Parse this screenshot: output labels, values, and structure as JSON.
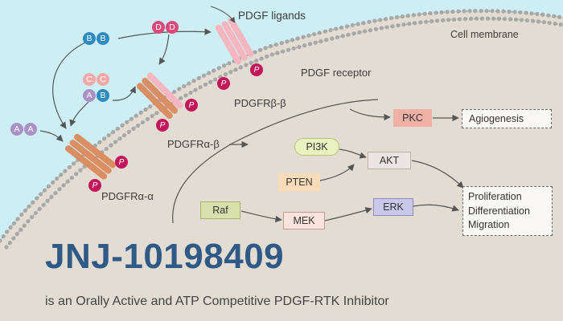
{
  "colors": {
    "background": "#e3dcd2",
    "extracellular": "#cdeff4",
    "title": "#2f5a86",
    "phospho": "#c2185b",
    "ligand_A": "#a991c6",
    "ligand_B": "#2e8bc0",
    "ligand_C": "#f2a9a7",
    "ligand_D": "#d94a7a",
    "receptor_alpha_alpha": "#d98f63",
    "receptor_alpha_beta": "#d98f63",
    "receptor_beta_beta": "#f5b6c0"
  },
  "labels": {
    "pdgf_ligands": "PDGF ligands",
    "cell_membrane": "Cell membrane",
    "pdgf_receptor": "PDGF receptor",
    "receptor_bb": "PDGFRβ-β",
    "receptor_ab": "PDGFRα-β",
    "receptor_aa": "PDGFRα-α",
    "phospho": "P"
  },
  "ligands": {
    "bb": [
      "B",
      "B"
    ],
    "dd": [
      "D",
      "D"
    ],
    "cc": [
      "C",
      "C"
    ],
    "ab": [
      "A",
      "B"
    ],
    "aa": [
      "A",
      "A"
    ]
  },
  "nodes": {
    "pkc": "PKC",
    "pi3k": "PI3K",
    "pten": "PTEN",
    "akt": "AKT",
    "raf": "Raf",
    "mek": "MEK",
    "erk": "ERK"
  },
  "outcomes": {
    "angiogenesis": "Agiogenesis",
    "proliferation": "Proliferation",
    "differentiation": "Differentiation",
    "migration": "Migration"
  },
  "title": "JNJ-10198409",
  "subtitle": "is an Orally Active and ATP Competitive PDGF-RTK Inhibitor"
}
